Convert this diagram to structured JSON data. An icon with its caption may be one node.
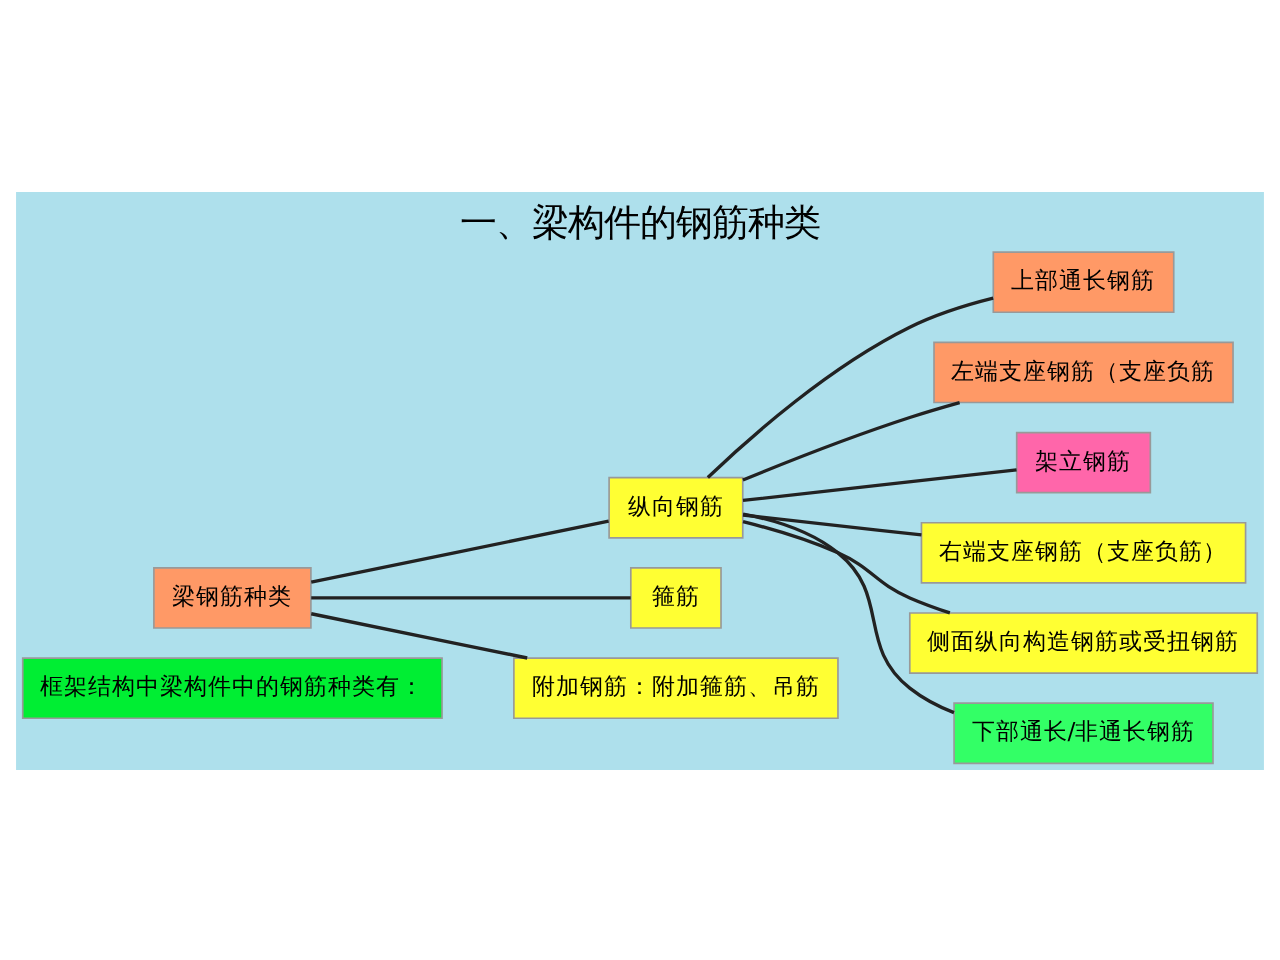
{
  "diagram": {
    "title": "一、梁构件的钢筋种类",
    "nodes": [
      {
        "text": [
          "框架结构中梁构件中的钢筋种类有："
        ]
      },
      {
        "text": [
          "梁钢筋种类"
        ]
      },
      {
        "text": [
          "纵向钢筋"
        ]
      },
      {
        "text": [
          "箍筋"
        ]
      },
      {
        "text": [
          "附加钢筋：附加箍筋、吊筋"
        ]
      },
      {
        "text": [
          "上部通长钢筋"
        ]
      },
      {
        "text": [
          "左端支座钢筋（支座负筋"
        ]
      },
      {
        "text": [
          "架立钢筋"
        ]
      },
      {
        "text": [
          "右端支座钢筋（支座负筋）"
        ]
      },
      {
        "text": [
          "侧面纵向构造钢筋或受扭钢筋"
        ]
      },
      {
        "text": [
          "下部通长/非通长钢筋"
        ]
      }
    ],
    "edges": [
      {
        "from": 1,
        "to": 2,
        "arrow": "none"
      },
      {
        "from": 1,
        "to": 3,
        "arrow": "none"
      },
      {
        "from": 1,
        "to": 4,
        "arrow": "none"
      },
      {
        "from": 2,
        "to": 5,
        "arrow": "none"
      },
      {
        "from": 2,
        "to": 6,
        "arrow": "none"
      },
      {
        "from": 2,
        "to": 7,
        "arrow": "none"
      },
      {
        "from": 2,
        "to": 8,
        "arrow": "none"
      },
      {
        "from": 2,
        "to": 9,
        "arrow": "none"
      },
      {
        "from": 2,
        "to": 10,
        "arrow": "none"
      }
    ]
  }
}
